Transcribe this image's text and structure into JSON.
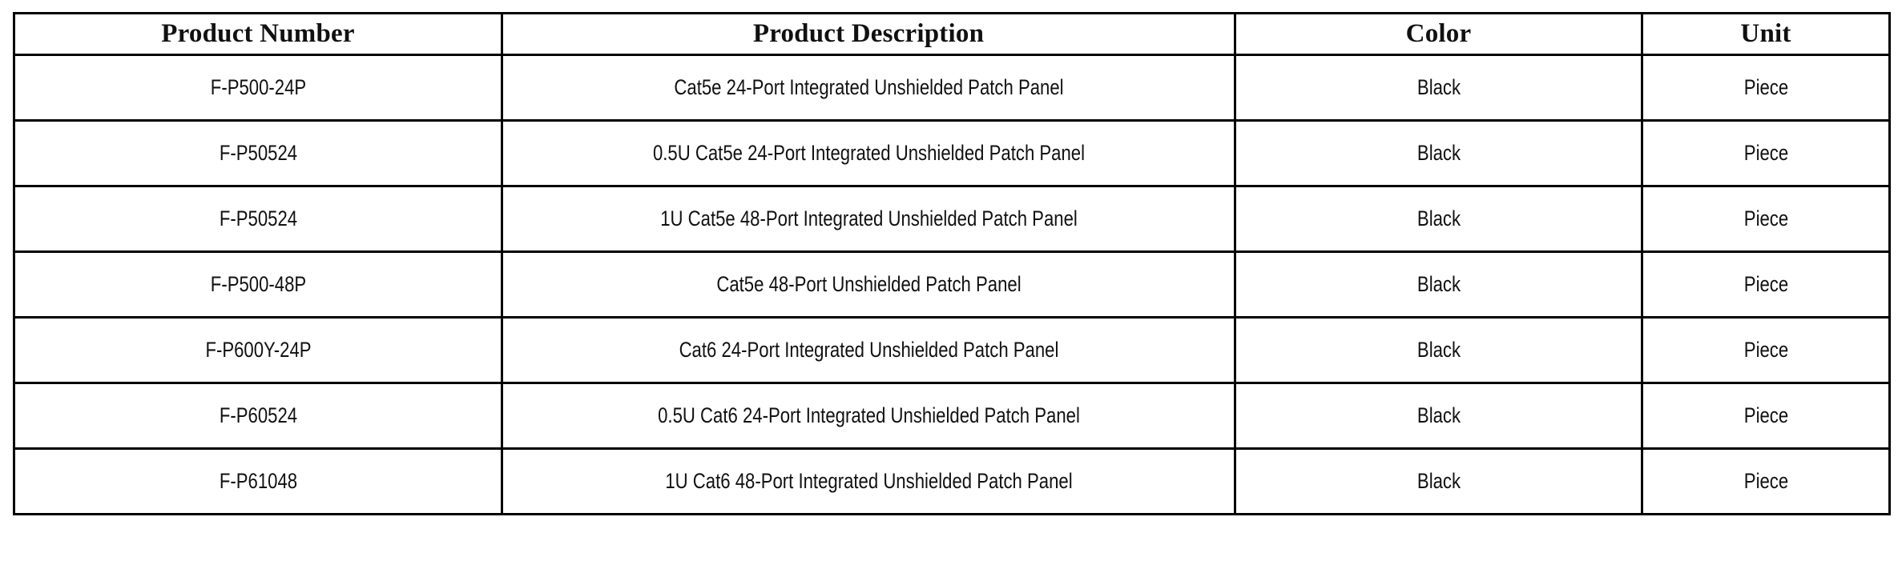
{
  "table": {
    "columns": [
      {
        "key": "product_number",
        "label": "Product Number"
      },
      {
        "key": "product_description",
        "label": "Product Description"
      },
      {
        "key": "color",
        "label": "Color"
      },
      {
        "key": "unit",
        "label": "Unit"
      }
    ],
    "rows": [
      {
        "product_number": "F-P500-24P",
        "product_description": "Cat5e 24-Port Integrated Unshielded Patch Panel",
        "color": "Black",
        "unit": "Piece"
      },
      {
        "product_number": "F-P50524",
        "product_description": "0.5U Cat5e 24-Port Integrated Unshielded Patch Panel",
        "color": "Black",
        "unit": "Piece"
      },
      {
        "product_number": "F-P50524",
        "product_description": "1U Cat5e 48-Port Integrated Unshielded Patch Panel",
        "color": "Black",
        "unit": "Piece"
      },
      {
        "product_number": "F-P500-48P",
        "product_description": "Cat5e 48-Port Unshielded Patch Panel",
        "color": "Black",
        "unit": "Piece"
      },
      {
        "product_number": "F-P600Y-24P",
        "product_description": "Cat6 24-Port Integrated Unshielded Patch Panel",
        "color": "Black",
        "unit": "Piece"
      },
      {
        "product_number": "F-P60524",
        "product_description": "0.5U Cat6 24-Port Integrated Unshielded Patch Panel",
        "color": "Black",
        "unit": "Piece"
      },
      {
        "product_number": "F-P61048",
        "product_description": "1U Cat6 48-Port Integrated Unshielded Patch Panel",
        "color": "Black",
        "unit": "Piece"
      }
    ]
  },
  "colors": {
    "border": "#000000",
    "background": "#ffffff",
    "header_text": "#000000",
    "body_text": "#141414"
  }
}
